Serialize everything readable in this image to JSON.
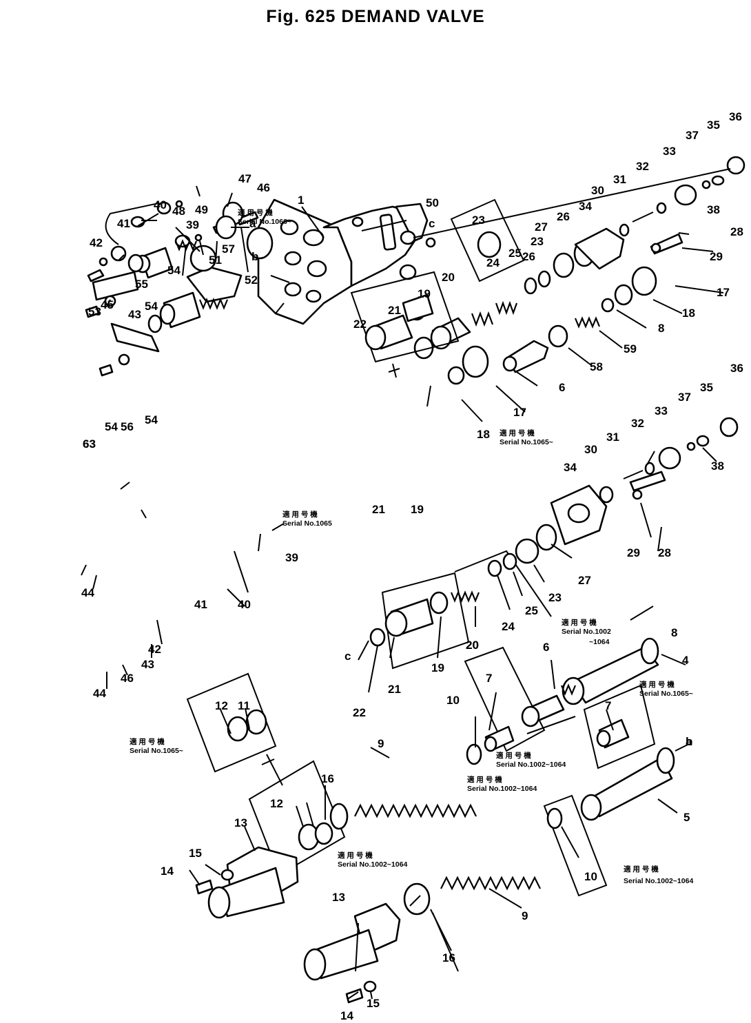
{
  "title": "Fig. 625  DEMAND VALVE",
  "callouts": [
    "1",
    "4",
    "5",
    "6",
    "6",
    "7",
    "7",
    "8",
    "8",
    "9",
    "9",
    "10",
    "10",
    "11",
    "12",
    "12",
    "13",
    "13",
    "14",
    "14",
    "15",
    "15",
    "16",
    "16",
    "17",
    "17",
    "18",
    "18",
    "19",
    "19",
    "19",
    "20",
    "20",
    "20",
    "21",
    "21",
    "21",
    "22",
    "22",
    "23",
    "23",
    "23",
    "24",
    "24",
    "25",
    "25",
    "26",
    "26",
    "27",
    "27",
    "28",
    "28",
    "29",
    "29",
    "30",
    "30",
    "31",
    "31",
    "32",
    "32",
    "33",
    "33",
    "34",
    "34",
    "35",
    "35",
    "36",
    "36",
    "37",
    "37",
    "38",
    "38",
    "39",
    "39",
    "40",
    "40",
    "41",
    "41",
    "42",
    "42",
    "43",
    "43",
    "44",
    "44",
    "45",
    "46",
    "46",
    "47",
    "48",
    "49",
    "50",
    "51",
    "52",
    "53",
    "54",
    "54",
    "54",
    "54",
    "55",
    "56",
    "57",
    "58",
    "59",
    "63",
    "63",
    "a",
    "a",
    "b",
    "b",
    "c",
    "c"
  ],
  "notes": {
    "n1": [
      "適 用 号 機",
      "Serial No.1066~"
    ],
    "n2": [
      "適 用 号 機",
      "Serial No.1065~"
    ],
    "n3": [
      "適 用 号 機",
      "Serial No.1065"
    ],
    "n4": [
      "適 用 号 機",
      "Serial No.1002",
      "~1064"
    ],
    "n5": [
      "適 用 号 機",
      "Serial No.1065~"
    ],
    "n6": [
      "適 用 号 機",
      "Serial No.1065~"
    ],
    "n7": [
      "適 用 号 機",
      "Serial No.1002~1064"
    ],
    "n8": [
      "適 用 号 機",
      "Serial No.1002~1064"
    ],
    "n9": [
      "適 用 号 機",
      "Serial No.1002~1064"
    ],
    "n10": [
      "適 用 号 機",
      "Serial No.1002~1064"
    ]
  }
}
